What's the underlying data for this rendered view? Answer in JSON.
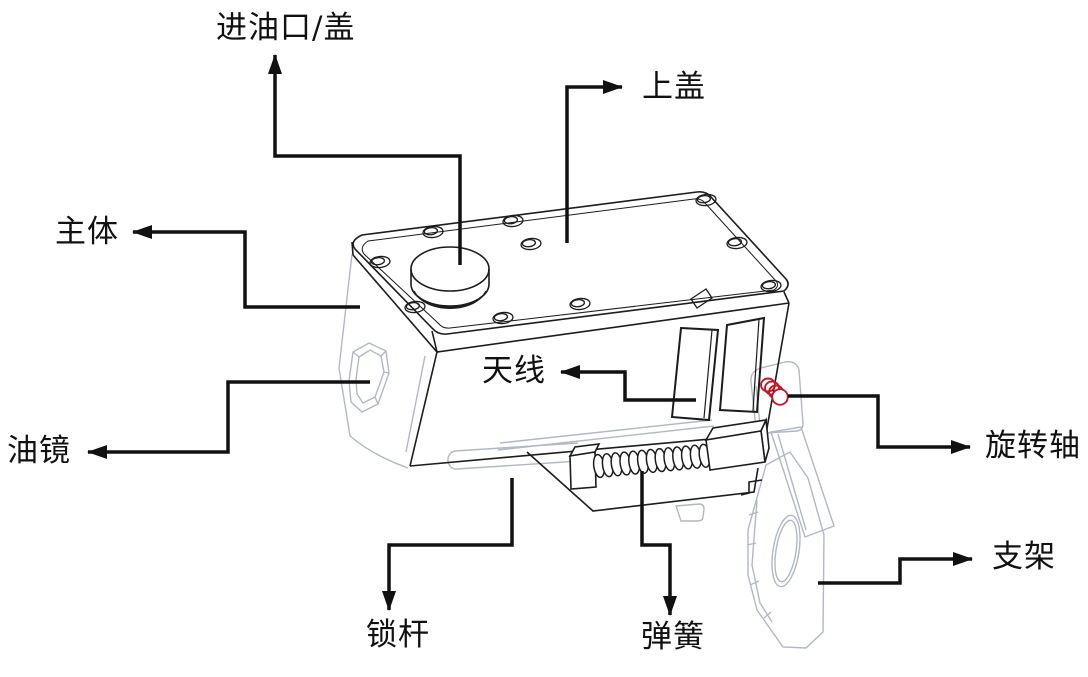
{
  "diagram": {
    "title": "device-part-annotation-diagram",
    "labels": [
      {
        "id": "oil-inlet-cover",
        "text": "进油口/盖"
      },
      {
        "id": "top-cover",
        "text": "上盖"
      },
      {
        "id": "main-body",
        "text": "主体"
      },
      {
        "id": "antenna",
        "text": "天线"
      },
      {
        "id": "oil-sight-glass",
        "text": "油镜"
      },
      {
        "id": "rotation-shaft",
        "text": "旋转轴"
      },
      {
        "id": "bracket",
        "text": "支架"
      },
      {
        "id": "lock-rod",
        "text": "锁杆"
      },
      {
        "id": "spring",
        "text": "弹簧"
      }
    ],
    "colors": {
      "outline": "#1c1c1c",
      "hidden_line": "#b2b8c2",
      "leader": "#111111",
      "highlight_red": "#c01828",
      "background": "#ffffff"
    }
  }
}
